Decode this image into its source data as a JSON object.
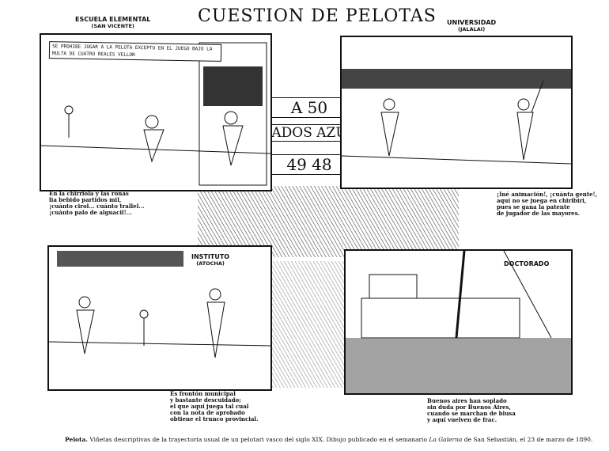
{
  "title": "CUESTION DE PELOTAS",
  "panels": {
    "top_left": {
      "label": "ESCUELA ELEMENTAL",
      "sublabel": "(SAN VICENTE)",
      "sign": "SE PROHIBE JUGAR A LA PELOTA EXCEPTO EN EL JUEGO BAJO LA MULTA DE CUATRO REALES VELLON",
      "caption": "En la chirrióla y las roñas\nlia bebido partidos mil,\n¡cuánto cirol... cuánto trallel...\n¡cuánto palo de alguacil!..."
    },
    "top_right": {
      "label": "UNIVERSIDAD",
      "sublabel": "(JALALAI)",
      "caption": "¡Iné animación!, ¡cuánta gente!,\naquí no se juega en chiribiri,\npues se gana la patente\nde jugador de las mayores."
    },
    "bottom_left": {
      "label": "INSTITUTO",
      "sublabel": "(ATOCHA)",
      "caption": "Es frontón municipal\ny bastante descuidado;\nel que aquí juega tal cual\ncon la nota de aprobado\nobtiene el trunco provincial."
    },
    "bottom_right": {
      "label": "DOCTORADO",
      "caption": "Buenos aires han soplado\nsin duda por Buenos Aires,\ncuando se marchan de blusa\ny aquí vuelven de frac."
    }
  },
  "scoreboard": {
    "row1": "A 50",
    "row2": "ADOS AZU",
    "row3": "49 48"
  },
  "footer": {
    "bold": "Pelota.",
    "text": " Viñetas descriptivas de la trayectoria usual de un pelotari vasco del siglo XIX. Dibujo publicado en el semanario ",
    "italic": "La Galerna",
    "text2": " de San Sebastián, el 23 de marzo de 1890."
  }
}
